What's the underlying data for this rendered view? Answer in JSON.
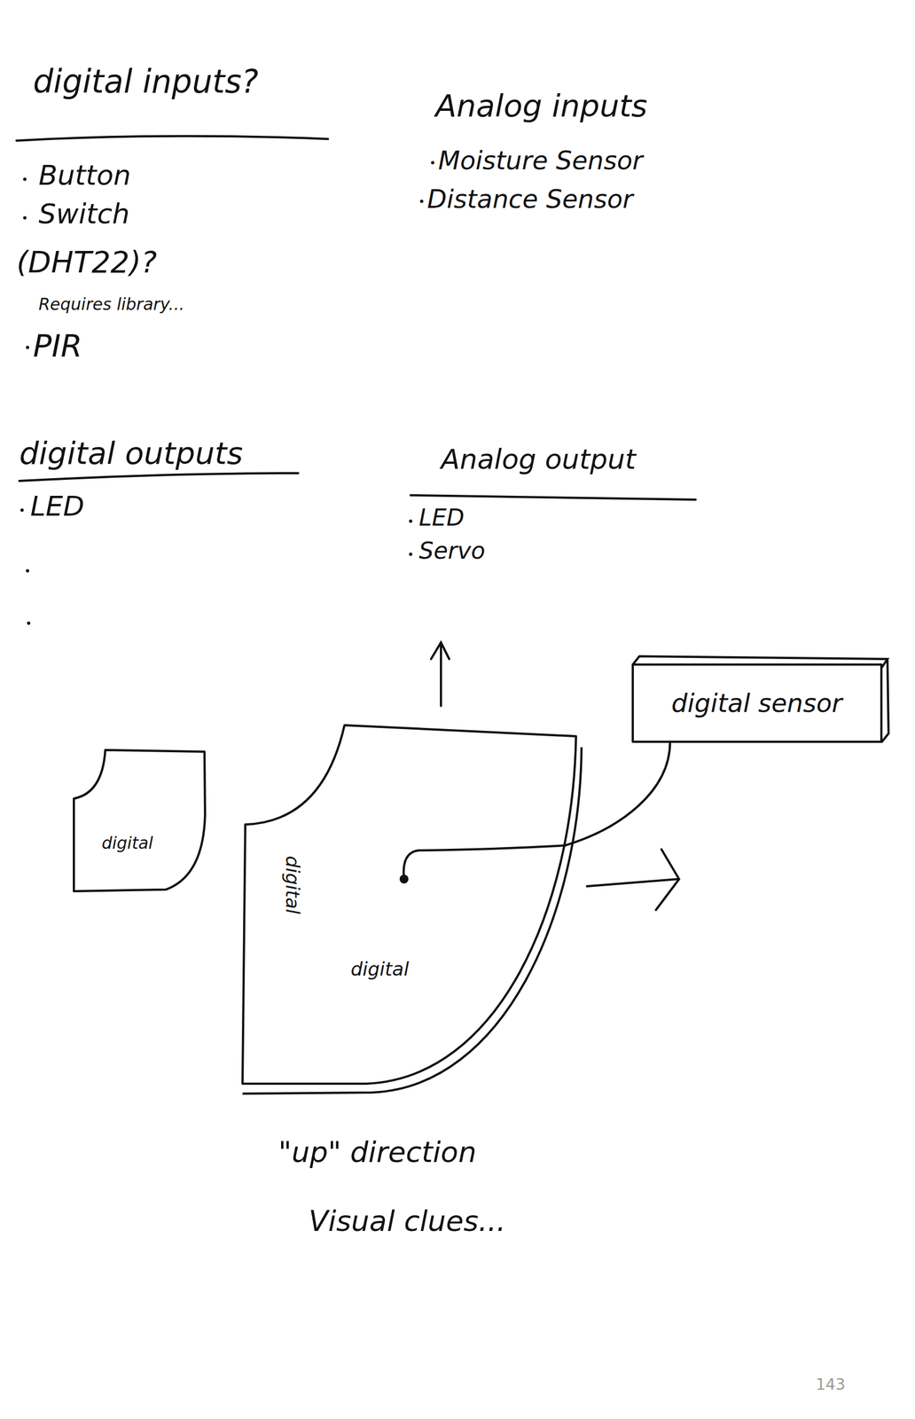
{
  "diagram": {
    "nodes": [
      {
        "text": [
          "digital"
        ]
      },
      {
        "text": [
          "digital",
          "digital"
        ]
      },
      {
        "text": [
          "digital sensor"
        ]
      }
    ],
    "edges": [
      {
        "from": 1,
        "to": 2,
        "arrow": "none"
      }
    ],
    "labels": [
      "digital inputs?",
      "Button",
      "Switch",
      "(DHT22)?",
      "Requires library...",
      "PIR",
      "Analog inputs",
      "Moisture Sensor",
      "Distance Sensor",
      "digital outputs",
      "LED",
      "Analog output",
      "LED",
      "Servo",
      "\"up\" direction",
      "Visual clues...",
      "143"
    ]
  }
}
